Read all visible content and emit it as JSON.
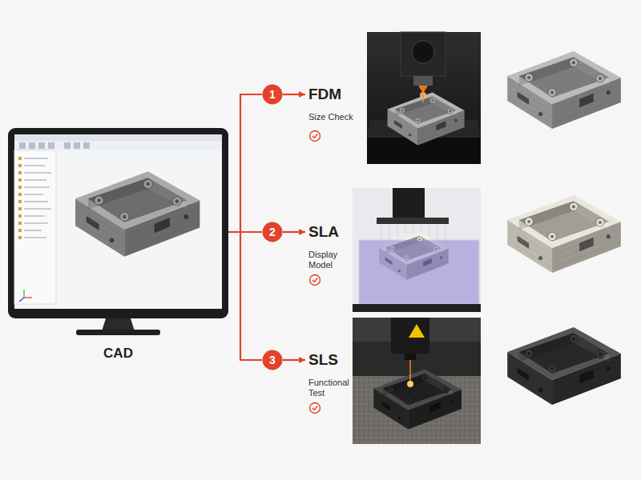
{
  "diagram": {
    "nodes": [
      {
        "text": [
          "CAD"
        ]
      },
      {
        "text": [
          "1"
        ]
      },
      {
        "text": [
          "2"
        ]
      },
      {
        "text": [
          "3"
        ]
      },
      {
        "text": [
          "FDM",
          "Size Check"
        ]
      },
      {
        "text": [
          "SLA",
          "Display Model"
        ]
      },
      {
        "text": [
          "SLS",
          "Functional Test"
        ]
      }
    ],
    "edges": [
      {
        "from": 0,
        "to": 1,
        "arrow": "none"
      },
      {
        "from": 0,
        "to": 2,
        "arrow": "none"
      },
      {
        "from": 0,
        "to": 3,
        "arrow": "none"
      },
      {
        "from": 1,
        "to": 4,
        "arrow": "to"
      },
      {
        "from": 2,
        "to": 5,
        "arrow": "to"
      },
      {
        "from": 3,
        "to": 6,
        "arrow": "to"
      }
    ]
  }
}
